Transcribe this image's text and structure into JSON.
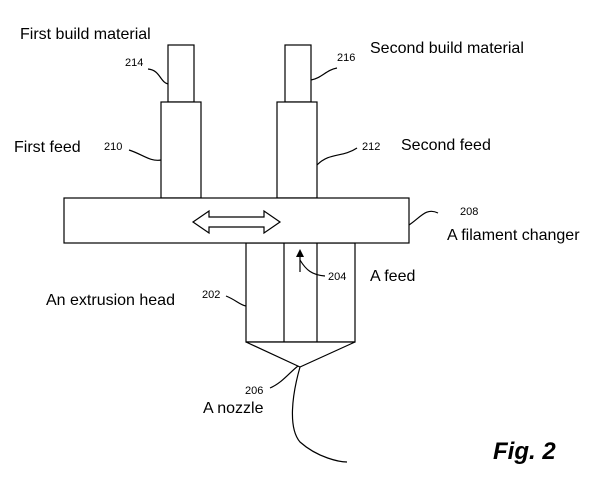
{
  "labels": {
    "first_build_material": "First build material",
    "second_build_material": "Second build material",
    "first_feed": "First feed",
    "second_feed": "Second feed",
    "filament_changer": "A filament changer",
    "feed": "A feed",
    "extrusion_head": "An extrusion head",
    "nozzle": "A nozzle"
  },
  "refs": {
    "first_build_material": "214",
    "second_build_material": "216",
    "first_feed": "210",
    "second_feed": "212",
    "filament_changer": "208",
    "feed": "204",
    "extrusion_head": "202",
    "nozzle": "206"
  },
  "figure_label": "Fig. 2"
}
